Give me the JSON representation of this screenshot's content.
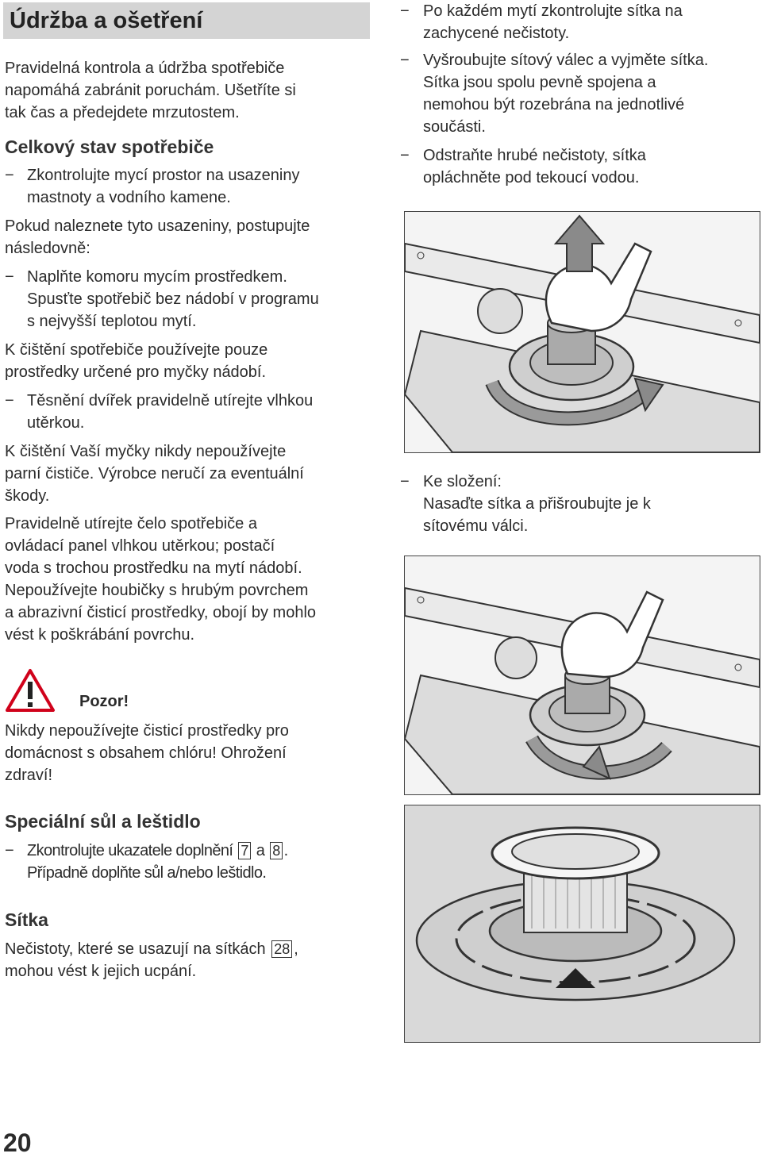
{
  "header": {
    "title": "Údržba a ošetření"
  },
  "left": {
    "intro": [
      "Pravidelná kontrola a údržba spotřebiče",
      "napomáhá zabránit poruchám. Ušetříte si",
      "tak čas a předejdete mrzutostem."
    ],
    "h_celkovy": "Celkový stav spotřebiče",
    "item1": [
      "Zkontrolujte mycí prostor na usazeniny",
      "mastnoty a vodního kamene."
    ],
    "para1": [
      "Pokud naleznete tyto usazeniny, postupujte",
      "následovně:"
    ],
    "item2": [
      "Naplňte komoru mycím prostředkem.",
      "Spusťte spotřebič bez nádobí v programu",
      "s nejvyšší teplotou mytí."
    ],
    "para2": [
      "K čištění spotřebiče používejte pouze",
      "prostředky určené pro myčky nádobí."
    ],
    "item3": [
      "Těsnění dvířek pravidelně utírejte vlhkou",
      "utěrkou."
    ],
    "para3": [
      "K čištění Vaší myčky nikdy nepoužívejte",
      "parní čističe. Výrobce neručí za eventuální",
      "škody."
    ],
    "para4": [
      "Pravidelně utírejte čelo spotřebiče a",
      "ovládací panel vlhkou utěrkou; postačí",
      "voda s trochou prostředku na mytí nádobí.",
      "Nepoužívejte houbičky s hrubým povrchem",
      "a abrazivní čisticí prostředky, obojí by mohlo",
      "vést k poškrábání povrchu."
    ],
    "warning": {
      "title": "Pozor!",
      "text": [
        "Nikdy nepoužívejte čisticí prostředky pro",
        "domácnost s obsahem chlóru! Ohrožení",
        "zdraví!"
      ]
    },
    "h_sul": "Speciální sůl a leštidlo",
    "sul_item": {
      "pre": "Zkontrolujte ukazatele doplnění",
      "ref_a": "7",
      "mid": "a",
      "ref_b": "8",
      "post": ".",
      "line2": "Případně doplňte sůl a/nebo leštidlo."
    },
    "h_sitka": "Sítka",
    "sitka_para": {
      "pre": "Nečistoty, které se usazují na sítkách",
      "ref": "28",
      "post": ",",
      "line2": "mohou vést k jejich ucpání."
    }
  },
  "right": {
    "item1": [
      "Po každém mytí zkontrolujte sítka na",
      "zachycené nečistoty."
    ],
    "item2": [
      "Vyšroubujte sítový válec a vyjměte sítka.",
      "Sítka jsou spolu pevně spojena a",
      "nemohou být rozebrána na jednotlivé",
      "součásti."
    ],
    "item3": [
      "Odstraňte hrubé nečistoty, sítka",
      "opláchněte pod tekoucí vodou."
    ],
    "item4": [
      "Ke složení:",
      "Nasaďte sítka a přišroubujte je k",
      "sítovému válci."
    ]
  },
  "dash_glyph": "−",
  "page_number": "20",
  "colors": {
    "header_bg": "#d4d4d4",
    "warning_red": "#d0021b",
    "text": "#2b2b2b"
  }
}
